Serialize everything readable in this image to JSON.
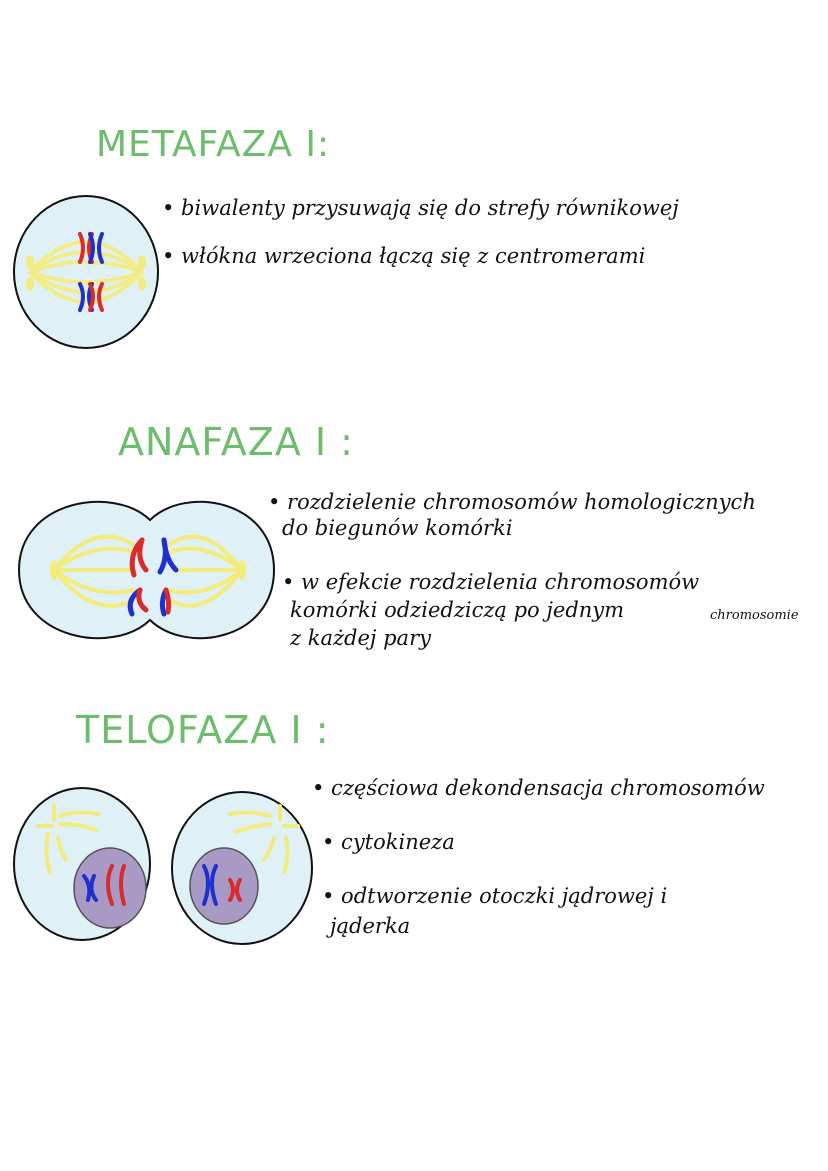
{
  "colors": {
    "title_green": "#6cbd6c",
    "cell_fill": "#dff0f7",
    "spindle_yellow": "#f3ec7a",
    "chromosome_red": "#d92b2b",
    "chromosome_blue": "#1f2fd0",
    "nucleus_purple": "#a89ac4",
    "ink": "#111111"
  },
  "sections": [
    {
      "title": "METAFAZA I:",
      "bullets": [
        "• biwalenty przysuwają się do strefy równikowej",
        "• włókna wrzeciona łączą się z centromerami"
      ]
    },
    {
      "title": "ANAFAZA I :",
      "bullets": [
        "• rozdzielenie chromosomów homologicznych",
        "do biegunów komórki",
        "• w efekcie rozdzielenia chromosomów",
        "komórki odziedziczą po jednym",
        "chromosomie",
        "z każdej pary"
      ]
    },
    {
      "title": "TELOFAZA I :",
      "bullets": [
        "• częściowa dekondensacja chromosomów",
        "• cytokineza",
        "• odtworzenie otoczki jądrowej i",
        "jąderka"
      ]
    }
  ],
  "diagrams": {
    "metaphase": "cell-metaphase-bivalents-at-equator",
    "anaphase": "cell-anaphase-homologs-separating",
    "telophase": "two-daughter-cells-with-nuclei"
  }
}
